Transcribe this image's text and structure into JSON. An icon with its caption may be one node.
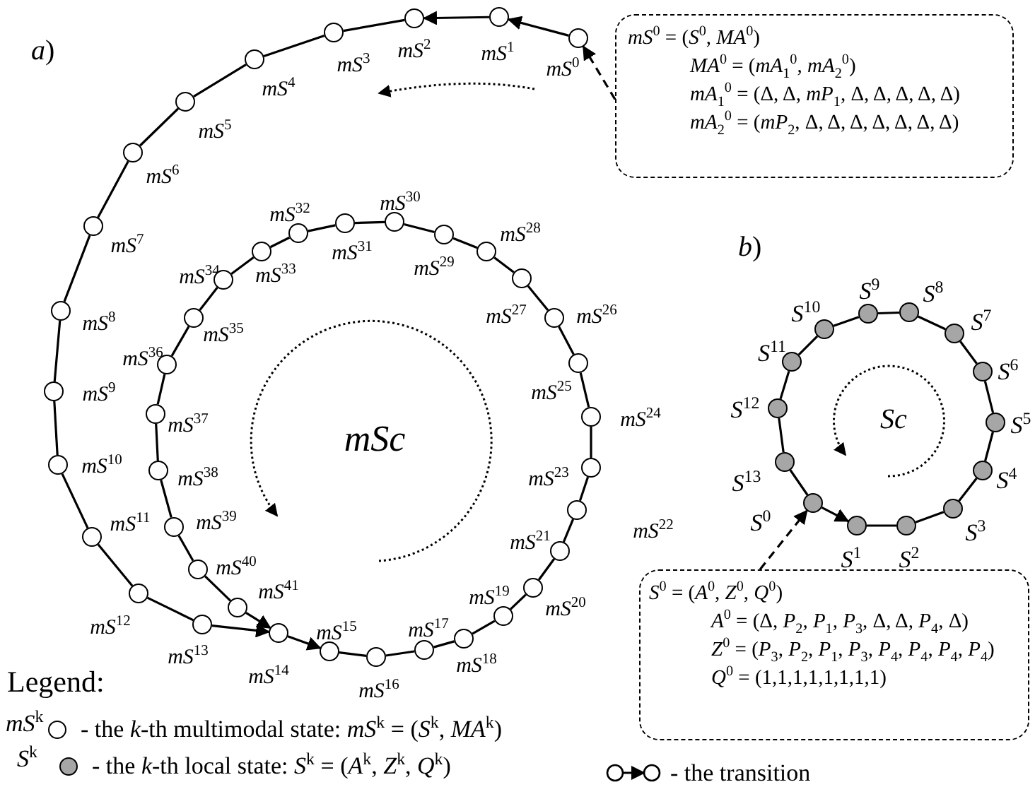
{
  "diagram": {
    "nodes": [
      {
        "text": [],
        "shape": "circle",
        "beside": [
          "*mS*$^{0}$"
        ]
      },
      {
        "text": [],
        "shape": "circle",
        "beside": [
          "*mS*$^{1}$"
        ]
      },
      {
        "text": [],
        "shape": "circle",
        "beside": [
          "*mS*$^{2}$"
        ]
      },
      {
        "text": [],
        "shape": "circle",
        "beside": [
          "*mS*$^{3}$"
        ]
      },
      {
        "text": [],
        "shape": "circle",
        "beside": [
          "*mS*$^{4}$"
        ]
      },
      {
        "text": [],
        "shape": "circle",
        "beside": [
          "*mS*$^{5}$"
        ]
      },
      {
        "text": [],
        "shape": "circle",
        "beside": [
          "*mS*$^{6}$"
        ]
      },
      {
        "text": [],
        "shape": "circle",
        "beside": [
          "*mS*$^{7}$"
        ]
      },
      {
        "text": [],
        "shape": "circle",
        "beside": [
          "*mS*$^{8}$"
        ]
      },
      {
        "text": [],
        "shape": "circle",
        "beside": [
          "*mS*$^{9}$"
        ]
      },
      {
        "text": [],
        "shape": "circle",
        "beside": [
          "*mS*$^{10}$"
        ]
      },
      {
        "text": [],
        "shape": "circle",
        "beside": [
          "*mS*$^{11}$"
        ]
      },
      {
        "text": [],
        "shape": "circle",
        "beside": [
          "*mS*$^{12}$"
        ]
      },
      {
        "text": [],
        "shape": "circle",
        "beside": [
          "*mS*$^{13}$"
        ]
      },
      {
        "text": [],
        "shape": "circle",
        "beside": [
          "*mS*$^{14}$"
        ]
      },
      {
        "text": [],
        "shape": "circle",
        "beside": [
          "*mS*$^{15}$"
        ]
      },
      {
        "text": [],
        "shape": "circle",
        "beside": [
          "*mS*$^{16}$"
        ]
      },
      {
        "text": [],
        "shape": "circle",
        "beside": [
          "*mS*$^{17}$"
        ]
      },
      {
        "text": [],
        "shape": "circle",
        "beside": [
          "*mS*$^{18}$"
        ]
      },
      {
        "text": [],
        "shape": "circle",
        "beside": [
          "*mS*$^{19}$"
        ]
      },
      {
        "text": [],
        "shape": "circle",
        "beside": [
          "*mS*$^{20}$"
        ]
      },
      {
        "text": [],
        "shape": "circle",
        "beside": [
          "*mS*$^{21}$"
        ]
      },
      {
        "text": [],
        "shape": "circle",
        "beside": [
          "*mS*$^{22}$"
        ]
      },
      {
        "text": [],
        "shape": "circle",
        "beside": [
          "*mS*$^{23}$"
        ]
      },
      {
        "text": [],
        "shape": "circle",
        "beside": [
          "*mS*$^{24}$"
        ]
      },
      {
        "text": [],
        "shape": "circle",
        "beside": [
          "*mS*$^{25}$"
        ]
      },
      {
        "text": [],
        "shape": "circle",
        "beside": [
          "*mS*$^{26}$"
        ]
      },
      {
        "text": [],
        "shape": "circle",
        "beside": [
          "*mS*$^{27}$"
        ]
      },
      {
        "text": [],
        "shape": "circle",
        "beside": [
          "*mS*$^{28}$"
        ]
      },
      {
        "text": [],
        "shape": "circle",
        "beside": [
          "*mS*$^{29}$"
        ]
      },
      {
        "text": [],
        "shape": "circle",
        "beside": [
          "*mS*$^{30}$"
        ]
      },
      {
        "text": [],
        "shape": "circle",
        "beside": [
          "*mS*$^{31}$"
        ]
      },
      {
        "text": [],
        "shape": "circle",
        "beside": [
          "*mS*$^{32}$"
        ]
      },
      {
        "text": [],
        "shape": "circle",
        "beside": [
          "*mS*$^{33}$"
        ]
      },
      {
        "text": [],
        "shape": "circle",
        "beside": [
          "*mS*$^{34}$"
        ]
      },
      {
        "text": [],
        "shape": "circle",
        "beside": [
          "*mS*$^{35}$"
        ]
      },
      {
        "text": [],
        "shape": "circle",
        "beside": [
          "*mS*$^{36}$"
        ]
      },
      {
        "text": [],
        "shape": "circle",
        "beside": [
          "*mS*$^{37}$"
        ]
      },
      {
        "text": [],
        "shape": "circle",
        "beside": [
          "*mS*$^{38}$"
        ]
      },
      {
        "text": [],
        "shape": "circle",
        "beside": [
          "*mS*$^{39}$"
        ]
      },
      {
        "text": [],
        "shape": "circle",
        "beside": [
          "*mS*$^{40}$"
        ]
      },
      {
        "text": [],
        "shape": "circle",
        "beside": [
          "*mS*$^{41}$"
        ]
      },
      {
        "text": [
          "*mS*$^{0}$ = (*S*$^{0}$, *MA*$^{0}$)",
          "*MA*$^{0}$ = (*mA*$_{1}$$^{0}$, *mA*$_{2}$$^{0}$)",
          "*mA*$_{1}$$^{0}$ = (Δ, Δ, *mP*$_{1}$, Δ, Δ, Δ, Δ, Δ)",
          "*mA*$_{2}$$^{0}$ = (*mP*$_{2}$, Δ, Δ, Δ, Δ, Δ, Δ, Δ)"
        ]
      },
      {
        "text": [],
        "shape": "circle",
        "beside": [
          "*S*$^{0}$"
        ]
      },
      {
        "text": [],
        "shape": "circle",
        "beside": [
          "*S*$^{1}$"
        ]
      },
      {
        "text": [],
        "shape": "circle",
        "beside": [
          "*S*$^{2}$"
        ]
      },
      {
        "text": [],
        "shape": "circle",
        "beside": [
          "*S*$^{3}$"
        ]
      },
      {
        "text": [],
        "shape": "circle",
        "beside": [
          "*S*$^{4}$"
        ]
      },
      {
        "text": [],
        "shape": "circle",
        "beside": [
          "*S*$^{5}$"
        ]
      },
      {
        "text": [],
        "shape": "circle",
        "beside": [
          "*S*$^{6}$"
        ]
      },
      {
        "text": [],
        "shape": "circle",
        "beside": [
          "*S*$^{7}$"
        ]
      },
      {
        "text": [],
        "shape": "circle",
        "beside": [
          "*S*$^{8}$"
        ]
      },
      {
        "text": [],
        "shape": "circle",
        "beside": [
          "*S*$^{9}$"
        ]
      },
      {
        "text": [],
        "shape": "circle",
        "beside": [
          "*S*$^{10}$"
        ]
      },
      {
        "text": [],
        "shape": "circle",
        "beside": [
          "*S*$^{11}$"
        ]
      },
      {
        "text": [],
        "shape": "circle",
        "beside": [
          "*S*$^{12}$"
        ]
      },
      {
        "text": [],
        "shape": "circle",
        "beside": [
          "*S*$^{13}$"
        ]
      },
      {
        "text": [
          "*S*$^{0}$ = (*A*$^{0}$, *Z*$^{0}$, *Q*$^{0}$)",
          "*A*$^{0}$ = (Δ, *P*$_{2}$, *P*$_{1}$, *P*$_{3}$, Δ, Δ, *P*$_{4}$, Δ)",
          "*Z*$^{0}$ = (*P*$_{3}$, *P*$_{2}$, *P*$_{1}$, *P*$_{3}$, *P*$_{4}$, *P*$_{4}$, *P*$_{4}$, *P*$_{4}$)",
          "*Q*$^{0}$ = (1,1,1,1,1,1,1,1)"
        ]
      }
    ],
    "edges": [
      {
        "from": 0,
        "to": 1,
        "arrow": "to"
      },
      {
        "from": 1,
        "to": 2,
        "arrow": "to"
      },
      {
        "from": 2,
        "to": 3,
        "arrow": "none"
      },
      {
        "from": 3,
        "to": 4,
        "arrow": "none"
      },
      {
        "from": 4,
        "to": 5,
        "arrow": "none"
      },
      {
        "from": 5,
        "to": 6,
        "arrow": "none"
      },
      {
        "from": 6,
        "to": 7,
        "arrow": "none"
      },
      {
        "from": 7,
        "to": 8,
        "arrow": "none"
      },
      {
        "from": 8,
        "to": 9,
        "arrow": "none"
      },
      {
        "from": 9,
        "to": 10,
        "arrow": "none"
      },
      {
        "from": 10,
        "to": 11,
        "arrow": "none"
      },
      {
        "from": 11,
        "to": 12,
        "arrow": "none"
      },
      {
        "from": 12,
        "to": 13,
        "arrow": "none"
      },
      {
        "from": 13,
        "to": 14,
        "arrow": "to"
      },
      {
        "from": 14,
        "to": 15,
        "arrow": "to"
      },
      {
        "from": 15,
        "to": 16,
        "arrow": "none"
      },
      {
        "from": 16,
        "to": 17,
        "arrow": "none"
      },
      {
        "from": 17,
        "to": 18,
        "arrow": "none"
      },
      {
        "from": 18,
        "to": 19,
        "arrow": "none"
      },
      {
        "from": 19,
        "to": 20,
        "arrow": "none"
      },
      {
        "from": 20,
        "to": 21,
        "arrow": "none"
      },
      {
        "from": 21,
        "to": 22,
        "arrow": "none"
      },
      {
        "from": 22,
        "to": 23,
        "arrow": "none"
      },
      {
        "from": 23,
        "to": 24,
        "arrow": "none"
      },
      {
        "from": 24,
        "to": 25,
        "arrow": "none"
      },
      {
        "from": 25,
        "to": 26,
        "arrow": "none"
      },
      {
        "from": 26,
        "to": 27,
        "arrow": "none"
      },
      {
        "from": 27,
        "to": 28,
        "arrow": "none"
      },
      {
        "from": 28,
        "to": 29,
        "arrow": "none"
      },
      {
        "from": 29,
        "to": 30,
        "arrow": "none"
      },
      {
        "from": 30,
        "to": 31,
        "arrow": "none"
      },
      {
        "from": 31,
        "to": 32,
        "arrow": "none"
      },
      {
        "from": 32,
        "to": 33,
        "arrow": "none"
      },
      {
        "from": 33,
        "to": 34,
        "arrow": "none"
      },
      {
        "from": 34,
        "to": 35,
        "arrow": "none"
      },
      {
        "from": 35,
        "to": 36,
        "arrow": "none"
      },
      {
        "from": 36,
        "to": 37,
        "arrow": "none"
      },
      {
        "from": 37,
        "to": 38,
        "arrow": "none"
      },
      {
        "from": 38,
        "to": 39,
        "arrow": "none"
      },
      {
        "from": 39,
        "to": 40,
        "arrow": "none"
      },
      {
        "from": 40,
        "to": 41,
        "arrow": "none"
      },
      {
        "from": 41,
        "to": 14,
        "arrow": "to"
      },
      {
        "from": 42,
        "to": 0,
        "arrow": "to",
        "style": "dashed"
      },
      {
        "from": 43,
        "to": 44,
        "arrow": "to"
      },
      {
        "from": 44,
        "to": 45,
        "arrow": "none"
      },
      {
        "from": 45,
        "to": 46,
        "arrow": "none"
      },
      {
        "from": 46,
        "to": 47,
        "arrow": "none"
      },
      {
        "from": 47,
        "to": 48,
        "arrow": "none"
      },
      {
        "from": 48,
        "to": 49,
        "arrow": "none"
      },
      {
        "from": 49,
        "to": 50,
        "arrow": "none"
      },
      {
        "from": 50,
        "to": 51,
        "arrow": "none"
      },
      {
        "from": 51,
        "to": 52,
        "arrow": "none"
      },
      {
        "from": 52,
        "to": 53,
        "arrow": "none"
      },
      {
        "from": 53,
        "to": 54,
        "arrow": "none"
      },
      {
        "from": 54,
        "to": 55,
        "arrow": "none"
      },
      {
        "from": 55,
        "to": 56,
        "arrow": "none"
      },
      {
        "from": 56,
        "to": 43,
        "arrow": "none"
      },
      {
        "from": 57,
        "to": 43,
        "arrow": "to",
        "style": "dashed"
      }
    ],
    "labels": [
      "*a*)",
      "*b*)",
      "*mSc*",
      "*Sc*",
      "Legend:",
      "*mS*$^{k}$",
      "*S*$^{k}$"
    ],
    "legend": [
      {
        "text": "- the *k*-th multimodal state: *mS*$^{k}$ = (*S*$^{k}$, *MA*$^{k}$)"
      },
      {
        "text": "- the *k*-th local state: *S*$^{k}$ = (*A*$^{k}$, *Z*$^{k}$, *Q*$^{k}$)"
      },
      {
        "text": "- the transition"
      }
    ]
  }
}
